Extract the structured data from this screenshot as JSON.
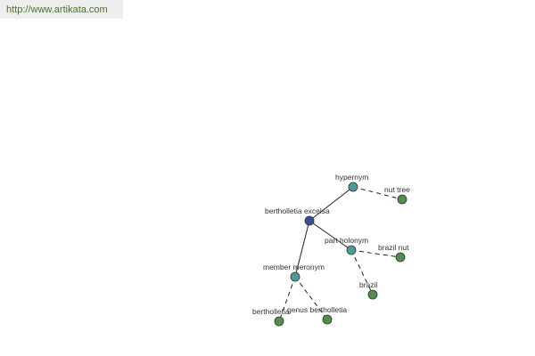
{
  "site": {
    "url": "http://www.artikata.com"
  },
  "graph": {
    "center": {
      "label": "bertholletia excelsa",
      "color": "#3a4f8e"
    },
    "relations": [
      {
        "label": "hypernym",
        "color": "#4e9a98"
      },
      {
        "label": "part holonym",
        "color": "#4e9a98"
      },
      {
        "label": "member meronym",
        "color": "#4e9a98"
      }
    ],
    "terms": [
      {
        "label": "nut tree",
        "color": "#4f8f4a"
      },
      {
        "label": "brazil nut",
        "color": "#4f8f4a"
      },
      {
        "label": "brazil",
        "color": "#4f8f4a"
      },
      {
        "label": "bertholletia",
        "color": "#4f8f4a"
      },
      {
        "label": "genus bertholletia",
        "color": "#4f8f4a"
      }
    ]
  }
}
